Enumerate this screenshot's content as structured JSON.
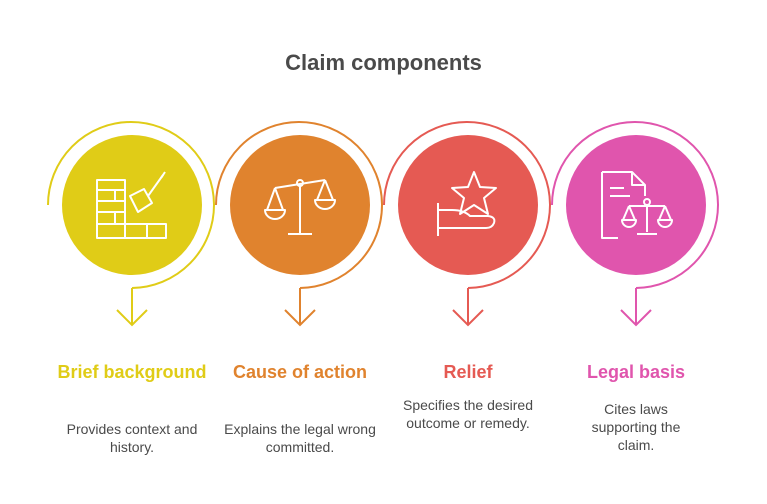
{
  "title": "Claim components",
  "steps": [
    {
      "heading": "Brief background",
      "description": "Provides context and history.",
      "color": "#e0cc17",
      "icon": "brick-wall-trowel-icon"
    },
    {
      "heading": "Cause of action",
      "description": "Explains the legal wrong committed.",
      "color": "#e0832e",
      "icon": "scales-of-justice-icon"
    },
    {
      "heading": "Relief",
      "description": "Specifies the desired outcome or remedy.",
      "color": "#e55a53",
      "icon": "star-on-hand-icon"
    },
    {
      "heading": "Legal basis",
      "description": "Cites laws supporting the claim.",
      "color": "#e055ad",
      "icon": "document-with-scales-icon"
    }
  ]
}
